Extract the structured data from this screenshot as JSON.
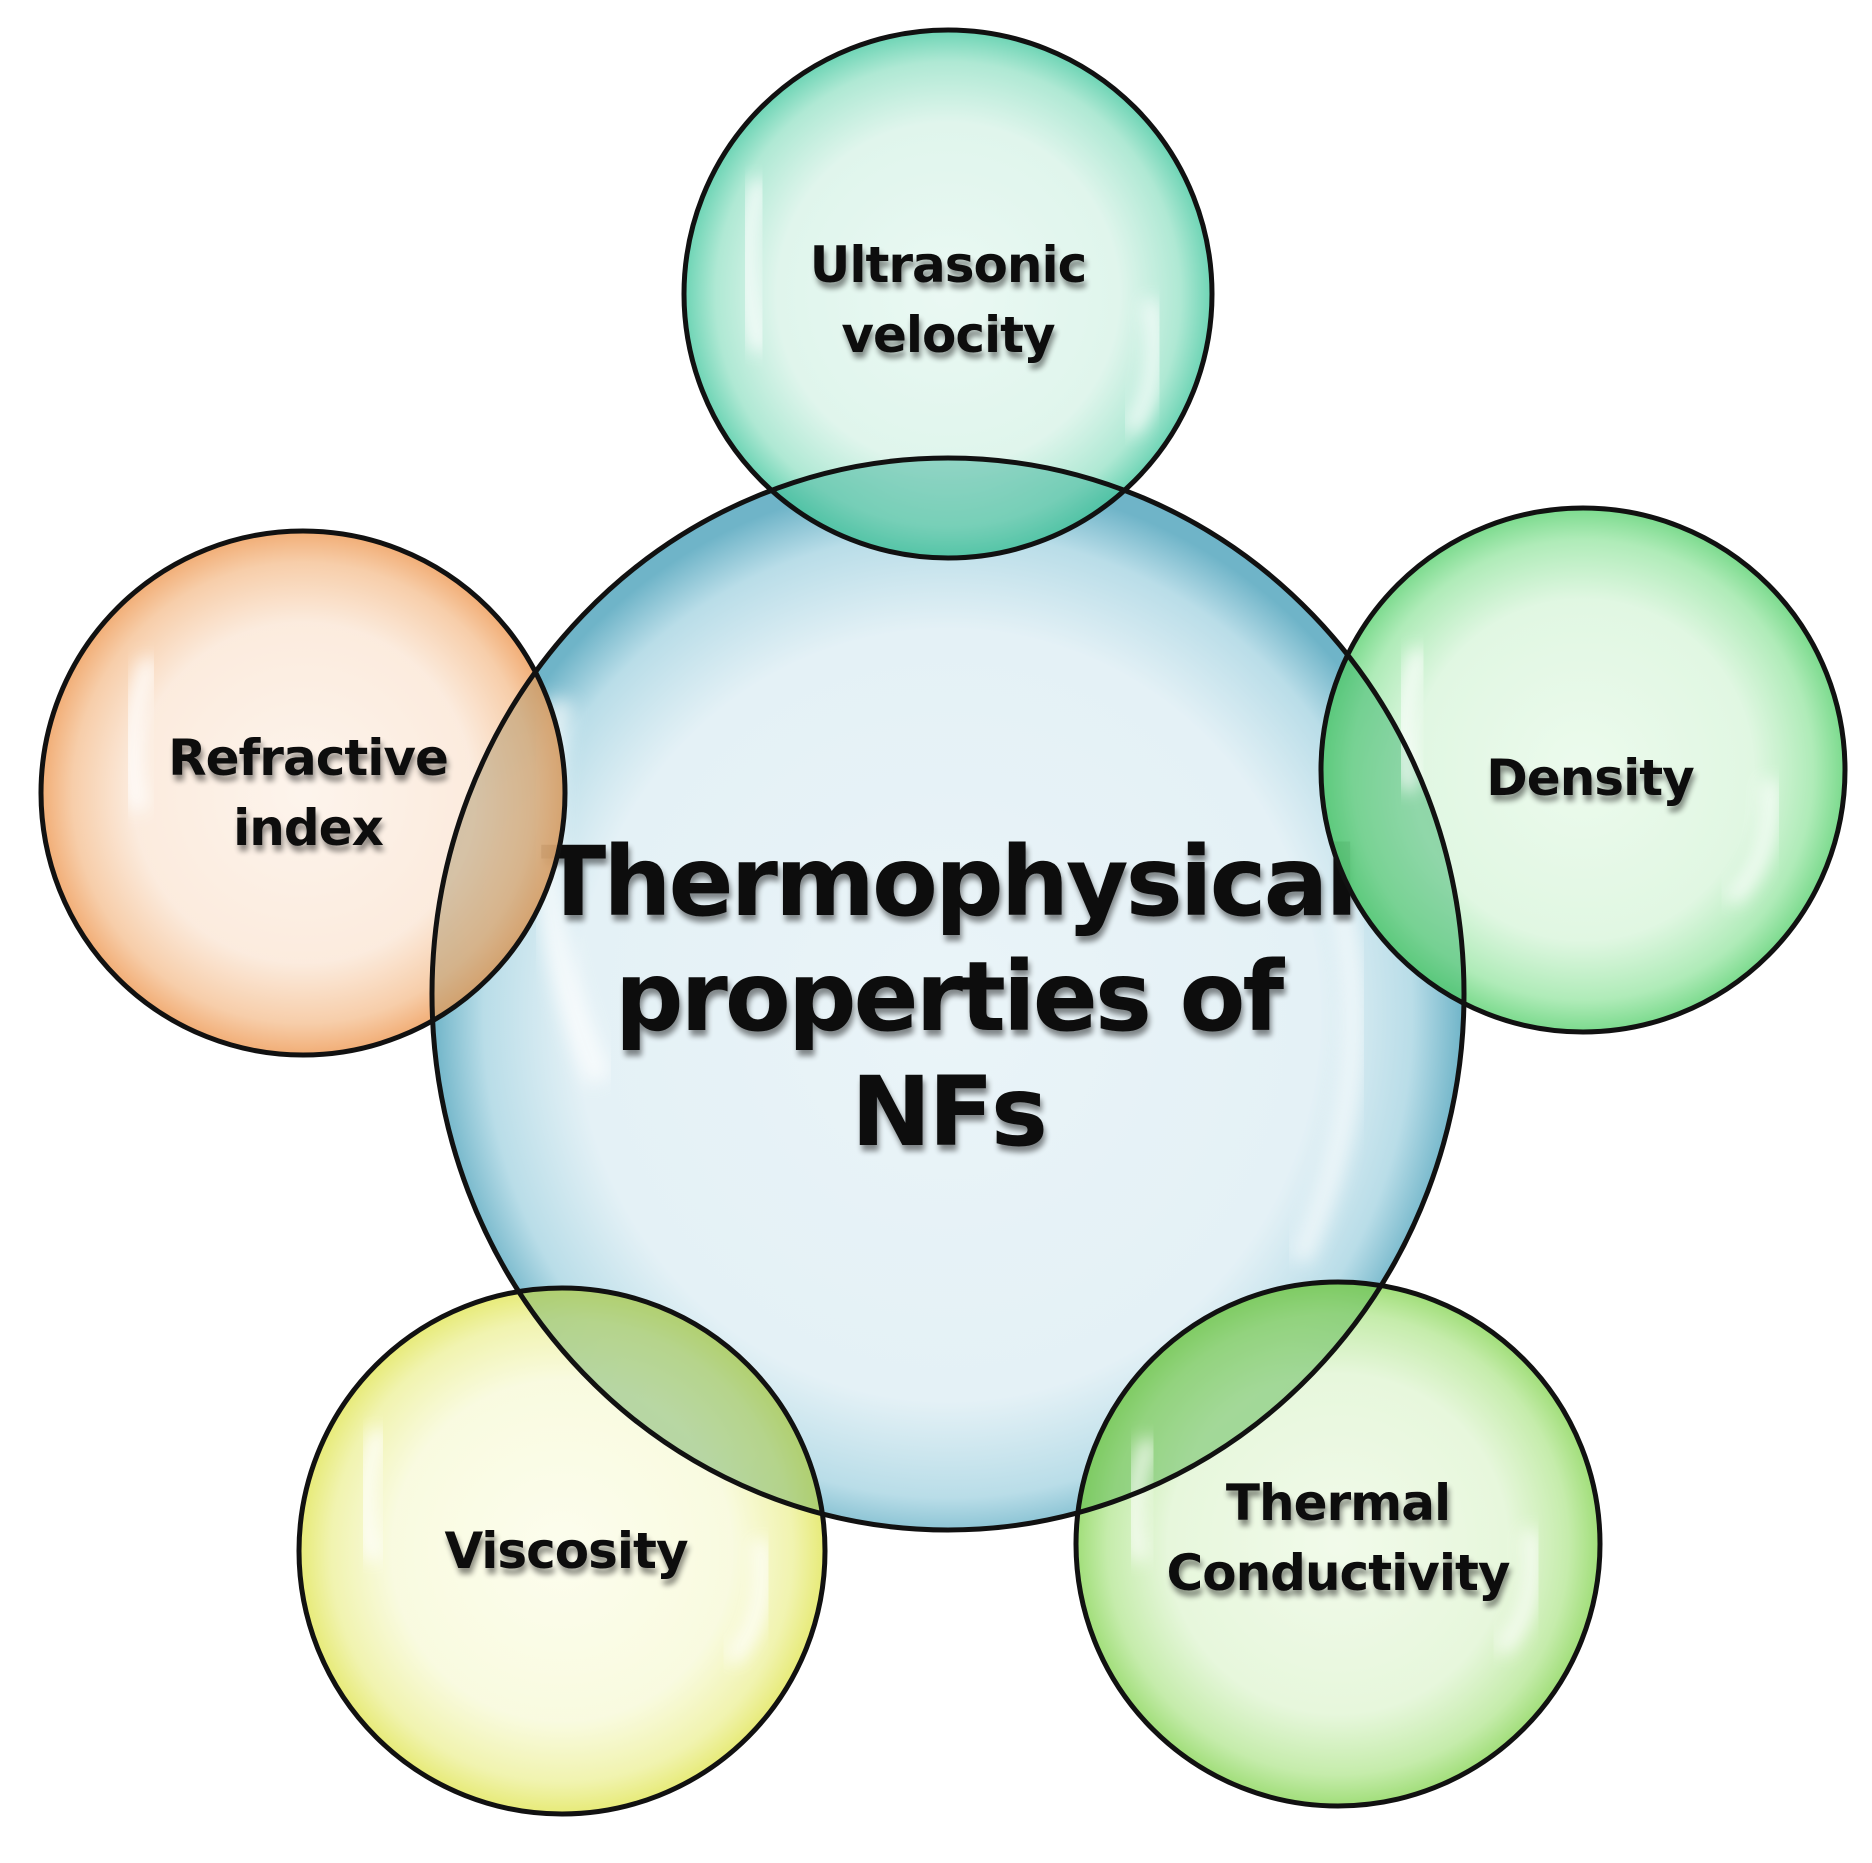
{
  "diagram": {
    "title": "Thermophysical properties of NFs",
    "center": {
      "lines": [
        "Thermophysical",
        "properties of",
        "NFs"
      ],
      "color_edge": "#6fb4c8",
      "color_center": "#eaf4f8"
    },
    "nodes": [
      {
        "id": "ultrasonic-velocity",
        "lines": [
          "Ultrasonic",
          "velocity"
        ],
        "position": "top",
        "color_edge": "#5ccfac",
        "color_center": "#e8f8f2"
      },
      {
        "id": "density",
        "lines": [
          "Density"
        ],
        "position": "right",
        "color_edge": "#6cd680",
        "color_center": "#eafaeb"
      },
      {
        "id": "thermal-conductivity",
        "lines": [
          "Thermal",
          "Conductivity"
        ],
        "position": "bottom-right",
        "color_edge": "#96da6a",
        "color_center": "#f0fae8"
      },
      {
        "id": "viscosity",
        "lines": [
          "Viscosity"
        ],
        "position": "bottom-left",
        "color_edge": "#e4e868",
        "color_center": "#fcfdec"
      },
      {
        "id": "refractive-index",
        "lines": [
          "Refractive",
          "index"
        ],
        "position": "left",
        "color_edge": "#f0a466",
        "color_center": "#fdf3ea"
      }
    ]
  }
}
